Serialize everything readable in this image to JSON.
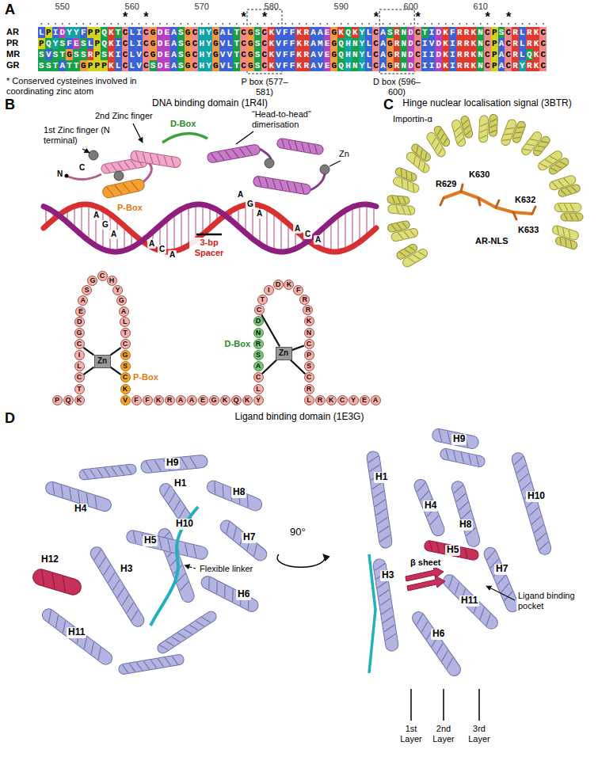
{
  "diagram": {
    "nodes": [
      {
        "text": [
          "P"
        ]
      },
      {
        "text": [
          "Q"
        ]
      },
      {
        "text": [
          "K"
        ]
      },
      {
        "text": [
          "T"
        ]
      },
      {
        "text": [
          "C"
        ]
      },
      {
        "text": [
          "L"
        ]
      },
      {
        "text": [
          "I"
        ]
      },
      {
        "text": [
          "C"
        ]
      },
      {
        "text": [
          "G"
        ]
      },
      {
        "text": [
          "D"
        ]
      },
      {
        "text": [
          "E"
        ]
      },
      {
        "text": [
          "A"
        ]
      },
      {
        "text": [
          "S"
        ]
      },
      {
        "text": [
          "G"
        ]
      },
      {
        "text": [
          "C"
        ]
      },
      {
        "text": [
          "H"
        ]
      },
      {
        "text": [
          "Y"
        ]
      },
      {
        "text": [
          "G"
        ]
      },
      {
        "text": [
          "A"
        ]
      },
      {
        "text": [
          "L"
        ]
      },
      {
        "text": [
          "T"
        ]
      },
      {
        "text": [
          "C"
        ]
      },
      {
        "text": [
          "G"
        ]
      },
      {
        "text": [
          "S"
        ]
      },
      {
        "text": [
          "C"
        ]
      },
      {
        "text": [
          "K"
        ]
      },
      {
        "text": [
          "V"
        ]
      },
      {
        "text": [
          "F"
        ]
      },
      {
        "text": [
          "F"
        ]
      },
      {
        "text": [
          "K"
        ]
      },
      {
        "text": [
          "R"
        ]
      },
      {
        "text": [
          "A"
        ]
      },
      {
        "text": [
          "A"
        ]
      },
      {
        "text": [
          "E"
        ]
      },
      {
        "text": [
          "G"
        ]
      },
      {
        "text": [
          "K"
        ]
      },
      {
        "text": [
          "Q"
        ]
      },
      {
        "text": [
          "K"
        ]
      },
      {
        "text": [
          "Y"
        ]
      },
      {
        "text": [
          "L"
        ]
      },
      {
        "text": [
          "C"
        ]
      },
      {
        "text": [
          "A"
        ]
      },
      {
        "text": [
          "S"
        ]
      },
      {
        "text": [
          "R"
        ]
      },
      {
        "text": [
          "N"
        ]
      },
      {
        "text": [
          "D"
        ]
      },
      {
        "text": [
          "C"
        ]
      },
      {
        "text": [
          "T"
        ]
      },
      {
        "text": [
          "I"
        ]
      },
      {
        "text": [
          "D"
        ]
      },
      {
        "text": [
          "K"
        ]
      },
      {
        "text": [
          "F"
        ]
      },
      {
        "text": [
          "R"
        ]
      },
      {
        "text": [
          "R"
        ]
      },
      {
        "text": [
          "K"
        ]
      },
      {
        "text": [
          "N"
        ]
      },
      {
        "text": [
          "C"
        ]
      },
      {
        "text": [
          "P"
        ]
      },
      {
        "text": [
          "S"
        ]
      },
      {
        "text": [
          "C"
        ]
      },
      {
        "text": [
          "R"
        ]
      },
      {
        "text": [
          "L"
        ]
      },
      {
        "text": [
          "R"
        ]
      },
      {
        "text": [
          "K"
        ]
      },
      {
        "text": [
          "C"
        ]
      },
      {
        "text": [
          "Y"
        ]
      },
      {
        "text": [
          "E"
        ]
      },
      {
        "text": [
          "A"
        ]
      },
      {
        "text": [
          "Zn"
        ]
      },
      {
        "text": [
          "Zn"
        ]
      }
    ],
    "edges": [
      {
        "from": 4,
        "to": 68,
        "arrow": "none"
      },
      {
        "from": 7,
        "to": 68,
        "arrow": "none"
      },
      {
        "from": 21,
        "to": 68,
        "arrow": "none"
      },
      {
        "from": 24,
        "to": 68,
        "arrow": "none"
      },
      {
        "from": 40,
        "to": 69,
        "arrow": "none"
      },
      {
        "from": 46,
        "to": 69,
        "arrow": "none"
      },
      {
        "from": 56,
        "to": 69,
        "arrow": "none"
      },
      {
        "from": 59,
        "to": 69,
        "arrow": "none"
      }
    ],
    "labels": [
      "A",
      "550",
      "560",
      "570",
      "580",
      "590",
      "600",
      "610",
      "*",
      "*",
      "*",
      "*",
      "*",
      "*",
      "*",
      "*",
      "AR",
      "LPIDYYFPPQKTCLICGDEASGCHYGALTCGSCKVFFKRAAEGKQKYLCASRNDCTIDKFRRKNCPSCRLRKC",
      "PR",
      "PQYSFESLPQKICLICGDEASGCHYGVLTCGSCKVFFKRAMEGQHNYLCAGRNDCIVDKIRRKNCPACRLRKC",
      "MR",
      "SVSTGSSRPSKICLVCGDEASGCHYGVVTCGSCKVFFKRAVEGQHNYLCAGRNDCIIDKIRRKNCPACRLQKC",
      "GR",
      "SSTATTGPPPKLCLVCSDEASGCHYGVLTCGSCKVFFKRAVEGQHNYLCAGRNDCIIDKIRRKNCPACRYRKC",
      "* Conserved cysteines involved in coordinating zinc atom",
      "P box (577–581)",
      "D box (596–600)",
      "B",
      "DNA binding domain (1R4I)",
      "2nd Zinc finger",
      "D-Box",
      "“Head-to-head” dimerisation",
      "1st Zinc finger (N terminal)",
      "C",
      "N",
      "Zn",
      "P-Box",
      "A",
      "G",
      "A",
      "A",
      "C",
      "A",
      "A",
      "G",
      "A",
      "A",
      "C",
      "A",
      "3-bp Spacer",
      "C",
      "Hinge nuclear localisation signal (3BTR)",
      "Importin-α",
      "R629",
      "K630",
      "K632",
      "K633",
      "AR-NLS",
      "D",
      "Ligand binding domain (1E3G)",
      "H9",
      "H1",
      "H8",
      "H4",
      "H10",
      "H7",
      "H5",
      "H12",
      "H3",
      "Flexible linker",
      "H6",
      "H11",
      "90°",
      "H9",
      "H1",
      "H10",
      "H4",
      "H8",
      "H5",
      "H3",
      "β sheet",
      "H7",
      "H11",
      "Ligand binding pocket",
      "H6",
      "1st Layer",
      "2nd Layer",
      "3rd Layer",
      "P-Box",
      "D-Box"
    ]
  }
}
